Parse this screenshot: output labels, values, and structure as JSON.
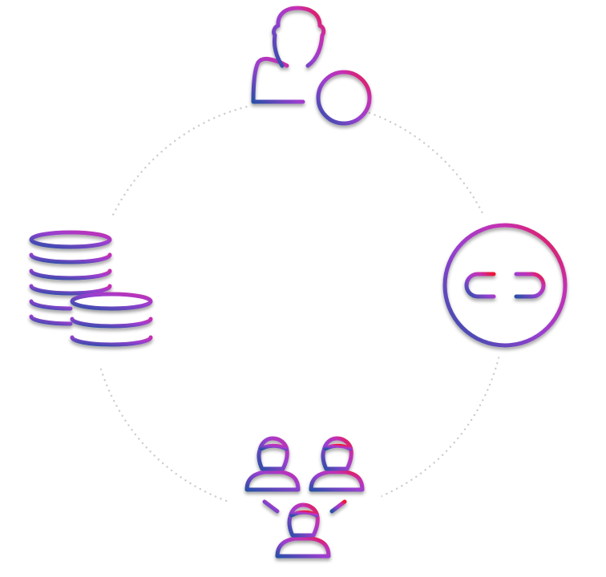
{
  "diagram": {
    "ring_color": "#c9cfd0",
    "gradient": {
      "blue": "#2a4fa8",
      "purple": "#9a3fd0",
      "magenta": "#c62fb0",
      "red": "#ee1530"
    },
    "nodes": [
      {
        "icon": "add-user-icon",
        "position": "top"
      },
      {
        "icon": "link-icon",
        "position": "right"
      },
      {
        "icon": "referral-network-icon",
        "position": "bottom"
      },
      {
        "icon": "coin-stack-icon",
        "position": "left"
      }
    ]
  }
}
